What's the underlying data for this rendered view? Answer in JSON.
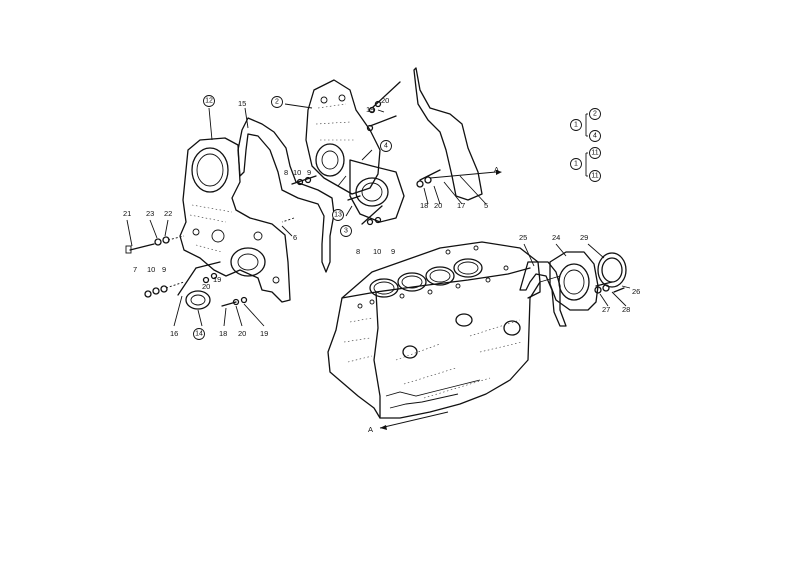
{
  "legend": {
    "row1": {
      "ref": "1",
      "a": "2",
      "b": "4"
    },
    "row2": {
      "ref": "1",
      "a": "11",
      "b": "11"
    }
  },
  "labels": {
    "l21": "21",
    "l23": "23",
    "l22": "22",
    "l7": "7",
    "l10a": "10",
    "l9a": "9",
    "l16": "16",
    "l14": "14",
    "l18a": "18",
    "l20a": "20",
    "l19a": "19",
    "l20b": "20",
    "l19b": "19",
    "l12": "12",
    "l15": "15",
    "l6": "6",
    "l8a": "8",
    "l10b": "10",
    "l9b": "9",
    "l13": "13",
    "l3": "3",
    "l8b": "8",
    "l10c": "10",
    "l9c": "9",
    "l2": "2",
    "l19c": "19",
    "l20c": "20",
    "l4": "4",
    "l18b": "18",
    "l20d": "20",
    "l17": "17",
    "l5": "5",
    "lA1": "A",
    "l25": "25",
    "l24": "24",
    "l29": "29",
    "l26": "26",
    "l27": "27",
    "l28": "28",
    "lA2": "A"
  }
}
